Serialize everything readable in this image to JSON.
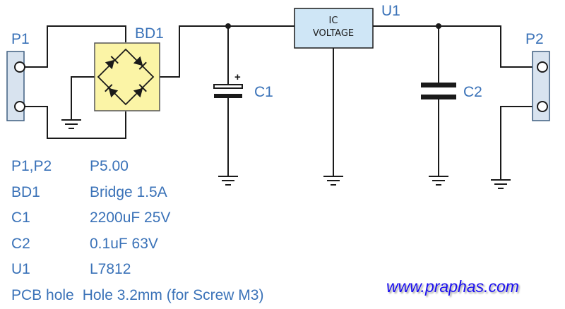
{
  "labels": {
    "p1": "P1",
    "p2": "P2",
    "bd1": "BD1",
    "c1": "C1",
    "c2": "C2",
    "u1": "U1",
    "ic_line1": "IC",
    "ic_line2": "VOLTAGE",
    "c1_polarity": "+"
  },
  "parts_list": [
    {
      "ref": "P1,P2",
      "value": "P5.00"
    },
    {
      "ref": "BD1",
      "value": "Bridge 1.5A"
    },
    {
      "ref": "C1",
      "value": "2200uF 25V"
    },
    {
      "ref": "C2",
      "value": "0.1uF 63V"
    },
    {
      "ref": "U1",
      "value": "L7812"
    },
    {
      "ref": "PCB hole",
      "value": "Hole 3.2mm (for Screw M3)"
    }
  ],
  "watermark": "www.praphas.com",
  "colors": {
    "label_blue": "#3a72b8",
    "bridge_fill": "#fbf4a6",
    "ic_fill": "#cfe6f6",
    "connector_fill": "#d8e3ef",
    "watermark": "#1a0ef0"
  }
}
